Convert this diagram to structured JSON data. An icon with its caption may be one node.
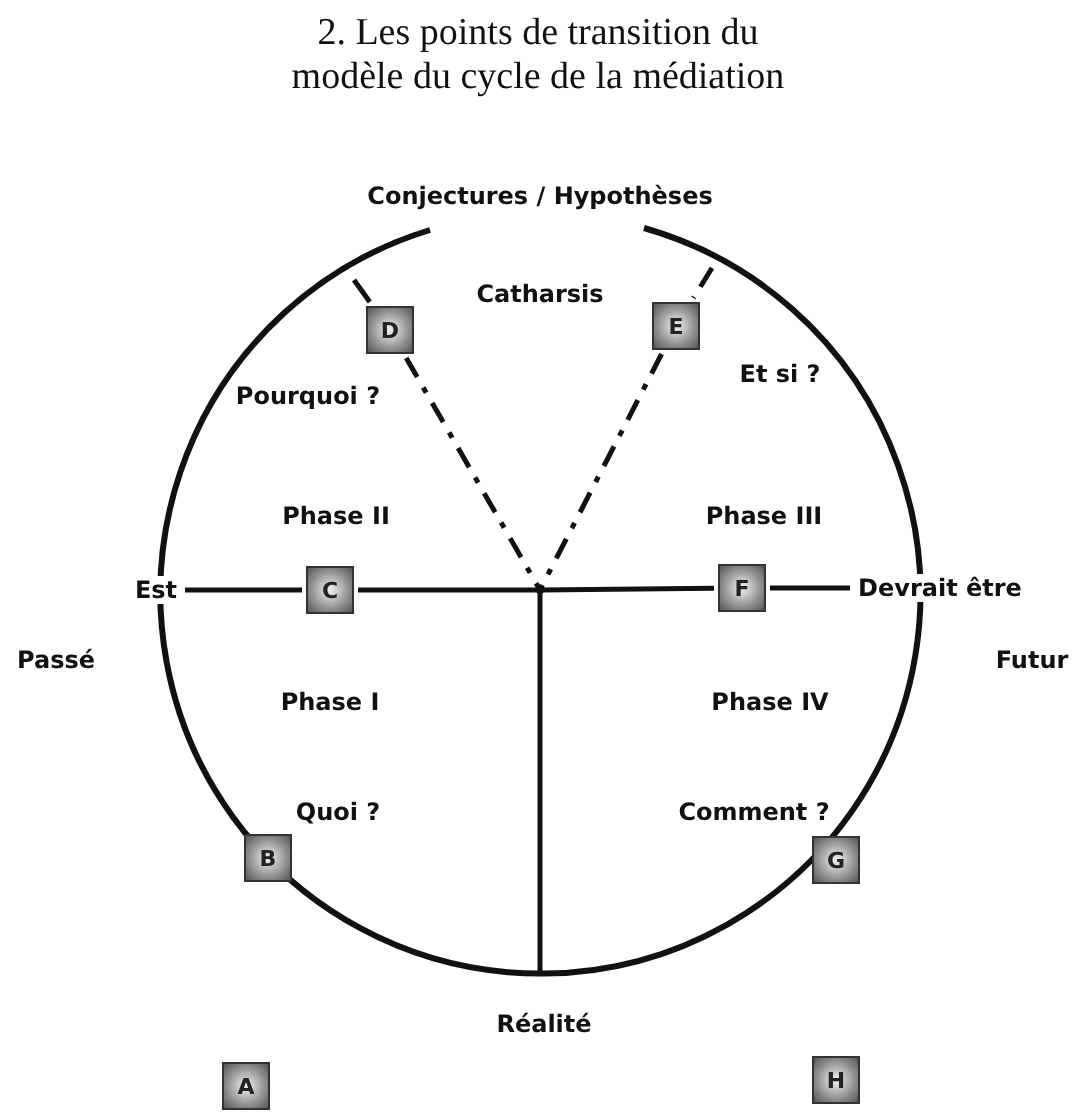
{
  "diagram": {
    "title": "2. Les points de transition du modèle du cycle de la médiation",
    "nodes": [
      {
        "text": [
          "D"
        ]
      },
      {
        "text": [
          "E"
        ]
      },
      {
        "text": [
          "Est"
        ]
      },
      {
        "text": [
          "C"
        ]
      },
      {
        "text": [],
        "shape": "point"
      },
      {
        "text": [
          "F"
        ]
      },
      {
        "text": [
          "Devrait être"
        ]
      },
      {
        "text": [
          "B"
        ]
      },
      {
        "text": [
          "G"
        ]
      },
      {
        "text": [
          "A"
        ]
      },
      {
        "text": [
          "H"
        ]
      }
    ],
    "edges": [
      {
        "from": null,
        "to": 0,
        "arrow": "none"
      },
      {
        "from": null,
        "to": 1,
        "arrow": "none",
        "style": "dashed"
      },
      {
        "from": 0,
        "to": 4,
        "arrow": "none",
        "style": "dashed"
      },
      {
        "from": 1,
        "to": 4,
        "arrow": "none",
        "style": "dashed"
      },
      {
        "from": 2,
        "to": 3,
        "arrow": "none"
      },
      {
        "from": 3,
        "to": 4,
        "arrow": "none"
      },
      {
        "from": 4,
        "to": 5,
        "arrow": "none"
      },
      {
        "from": 5,
        "to": 6,
        "arrow": "none"
      },
      {
        "from": 4,
        "to": null,
        "arrow": "none"
      }
    ],
    "labels": [
      "Conjectures / Hypothèses",
      "Catharsis",
      "Et si ?",
      "Pourquoi ?",
      "Phase II",
      "Phase III",
      "Passé",
      "Futur",
      "Phase I",
      "Phase IV",
      "Quoi ?",
      "Comment ?",
      "Réalité"
    ]
  }
}
